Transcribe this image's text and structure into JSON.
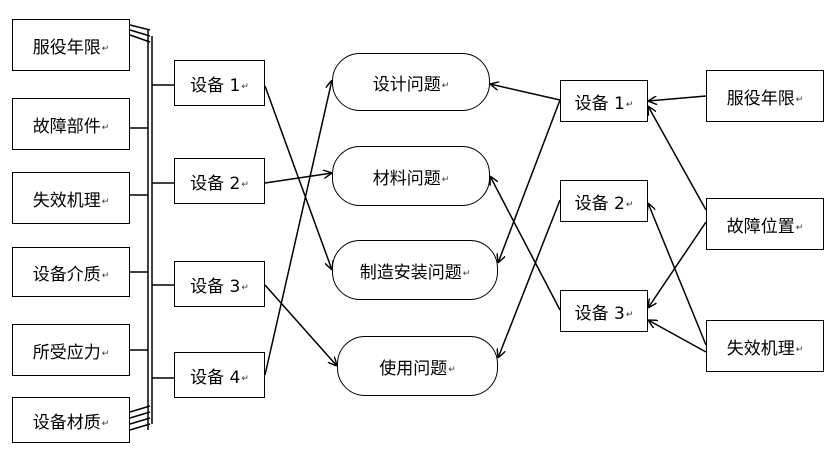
{
  "left_factors": [
    "服役年限",
    "故障部件",
    "失效机理",
    "设备介质",
    "所受应力",
    "设备材质"
  ],
  "left_devices": [
    "设备 1",
    "设备 2",
    "设备 3",
    "设备 4"
  ],
  "problems": [
    "设计问题",
    "材料问题",
    "制造安装问题",
    "使用问题"
  ],
  "right_devices": [
    "设备 1",
    "设备 2",
    "设备 3"
  ],
  "right_factors": [
    "服役年限",
    "故障位置",
    "失效机理"
  ],
  "para_mark": "↵"
}
